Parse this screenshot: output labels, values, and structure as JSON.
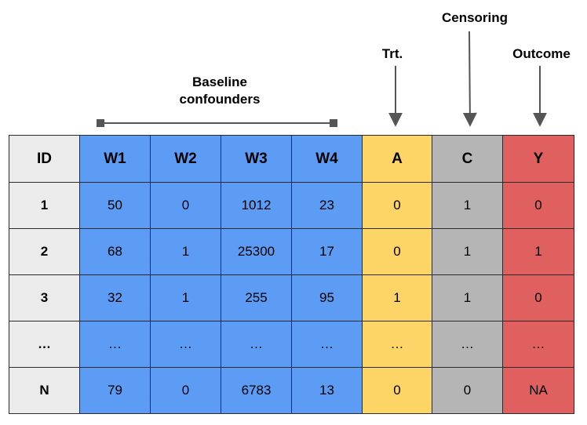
{
  "labels": {
    "baseline_line1": "Baseline",
    "baseline_line2": "confounders",
    "treatment": "Trt.",
    "censoring": "Censoring",
    "outcome": "Outcome"
  },
  "table": {
    "headers": [
      "ID",
      "W1",
      "W2",
      "W3",
      "W4",
      "A",
      "C",
      "Y"
    ],
    "rows": [
      [
        "1",
        "50",
        "0",
        "1012",
        "23",
        "0",
        "1",
        "0"
      ],
      [
        "2",
        "68",
        "1",
        "25300",
        "17",
        "0",
        "1",
        "1"
      ],
      [
        "3",
        "32",
        "1",
        "255",
        "95",
        "1",
        "1",
        "0"
      ],
      [
        "…",
        "…",
        "…",
        "…",
        "…",
        "…",
        "…",
        "…"
      ],
      [
        "N",
        "79",
        "0",
        "6783",
        "13",
        "0",
        "0",
        "NA"
      ]
    ]
  },
  "colors": {
    "id_column": "#ebebeb",
    "confounders": "#5c9cf5",
    "treatment": "#fdd466",
    "censoring": "#b5b5b5",
    "outcome": "#e06060"
  }
}
